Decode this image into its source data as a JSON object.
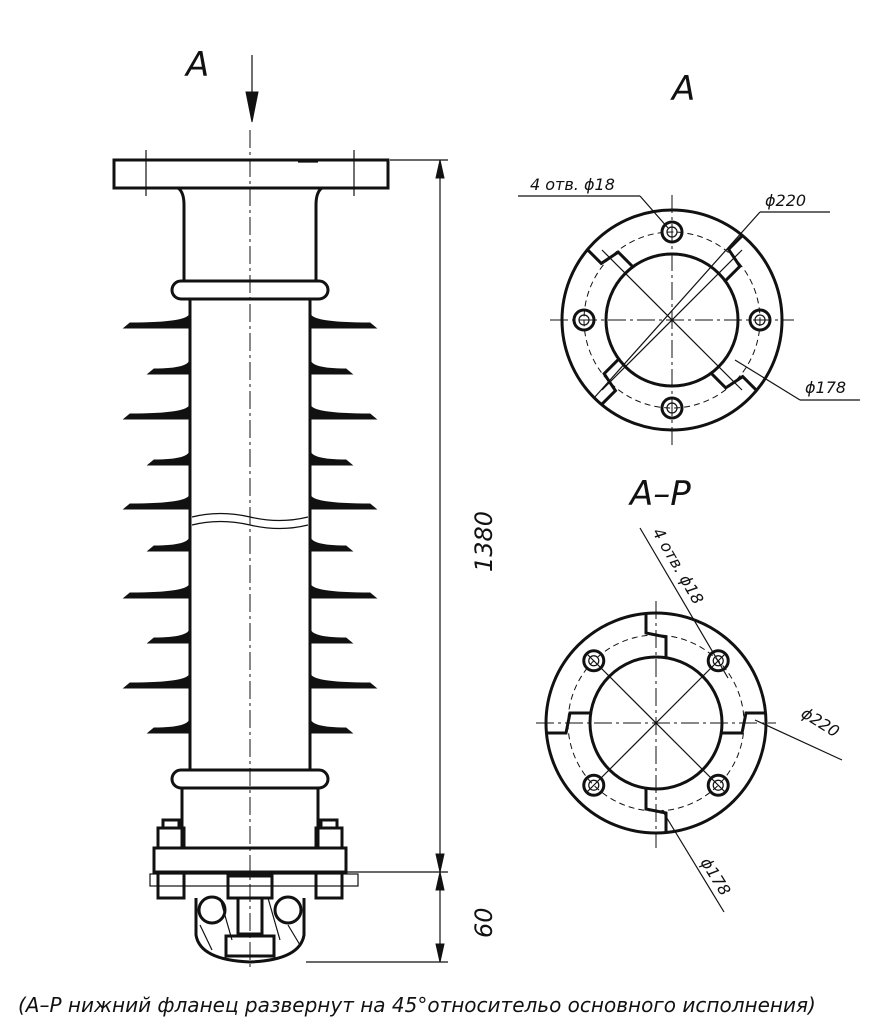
{
  "views": {
    "main_arrow_label": "A",
    "top_view_label": "A",
    "rotated_view_label": "A–P"
  },
  "dimensions": {
    "height_main": "1380",
    "height_bottom": "60",
    "top_holes": "4 отв. ϕ18",
    "top_outer": "ϕ220",
    "top_bolt_circle": "ϕ178",
    "rot_holes": "4 отв. ϕ18",
    "rot_outer": "ϕ220",
    "rot_bolt_circle": "ϕ178"
  },
  "caption": "(А–Р нижний фланец развернут на 45°относительо основного исполнения)"
}
